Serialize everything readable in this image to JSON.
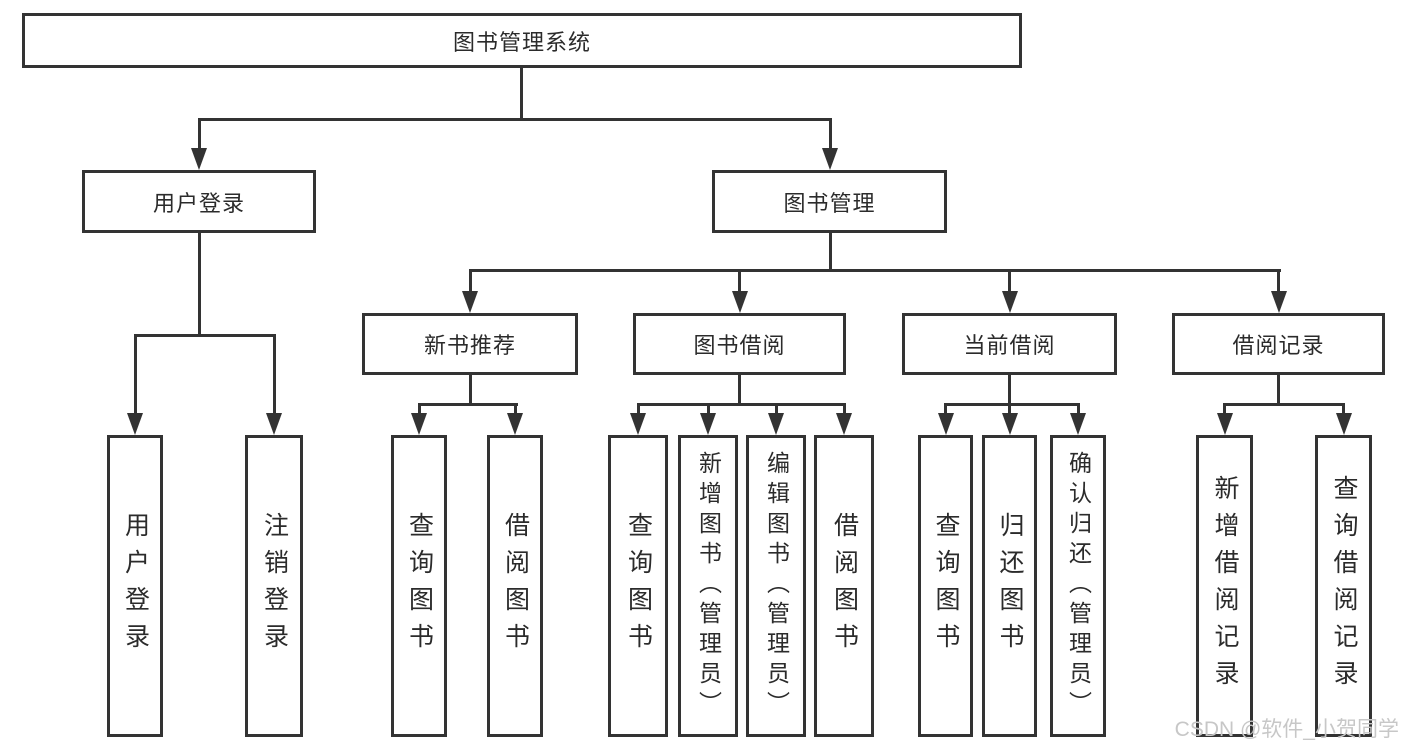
{
  "tree": {
    "root": {
      "label": "图书管理系统"
    },
    "branches": [
      {
        "label": "用户登录",
        "children": [
          {
            "label": "用户登录"
          },
          {
            "label": "注销登录"
          }
        ]
      },
      {
        "label": "图书管理",
        "groups": [
          {
            "label": "新书推荐",
            "children": [
              {
                "label": "查询图书"
              },
              {
                "label": "借阅图书"
              }
            ]
          },
          {
            "label": "图书借阅",
            "children": [
              {
                "label": "查询图书"
              },
              {
                "label": "新增图书（管理员）"
              },
              {
                "label": "编辑图书（管理员）"
              },
              {
                "label": "借阅图书"
              }
            ]
          },
          {
            "label": "当前借阅",
            "children": [
              {
                "label": "查询图书"
              },
              {
                "label": "归还图书"
              },
              {
                "label": "确认归还（管理员）"
              }
            ]
          },
          {
            "label": "借阅记录",
            "children": [
              {
                "label": "新增借阅记录"
              },
              {
                "label": "查询借阅记录"
              }
            ]
          }
        ]
      }
    ]
  },
  "watermark": {
    "text": "CSDN @软件_小贺同学"
  },
  "colors": {
    "line": "#333333",
    "text": "#2b2b2b",
    "watermark": "#c7c7c7"
  }
}
